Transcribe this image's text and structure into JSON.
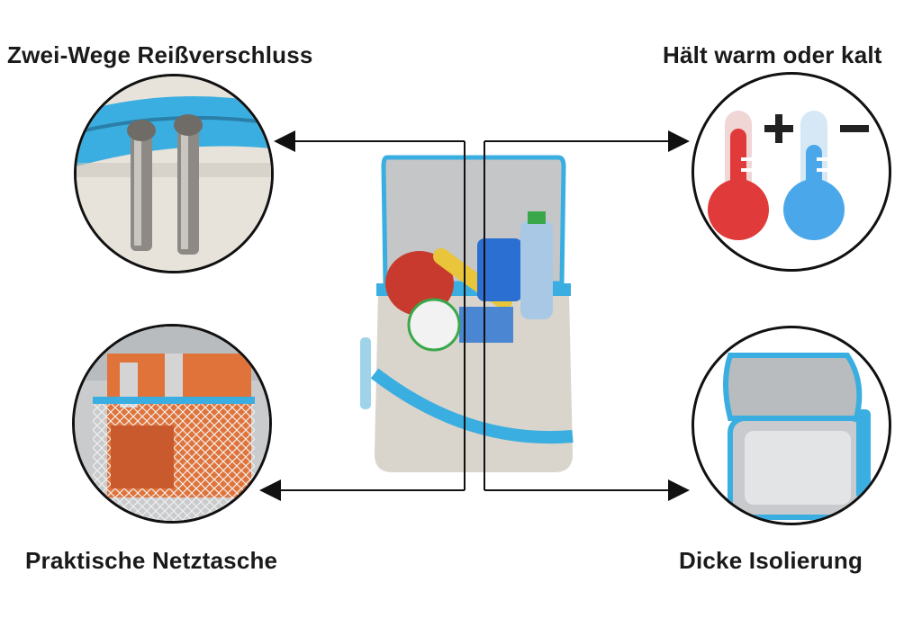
{
  "features": {
    "top_left": "Zwei-Wege Reißverschluss",
    "top_right": "Hält warm oder kalt",
    "bottom_left": "Praktische Netztasche",
    "bottom_right": "Dicke Isolierung"
  },
  "colors": {
    "accent_blue": "#3aaee0",
    "warm_red": "#e03a3a",
    "cold_blue": "#4aa8ea",
    "bag_gray": "#d9d4cc"
  },
  "icons": [
    "zipper-icon",
    "thermometer-warm-icon",
    "thermometer-cold-icon",
    "plus-icon",
    "minus-icon"
  ]
}
